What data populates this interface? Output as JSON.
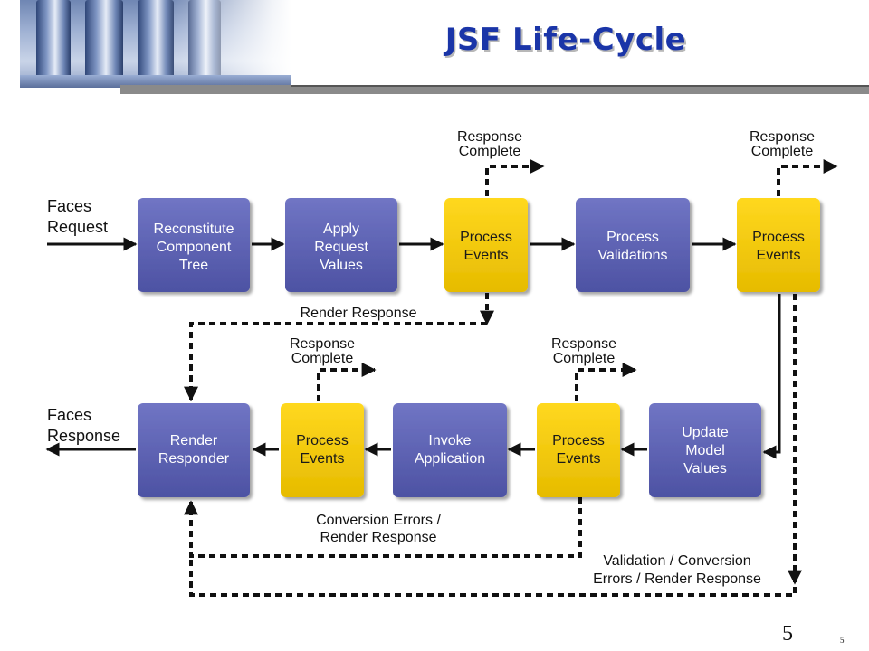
{
  "slide": {
    "title": "JSF Life-Cycle",
    "page_number": "5",
    "page_number_small": "5"
  },
  "colors": {
    "phase_box": "#5a5fb0",
    "event_box": "#f2c800",
    "title": "#1a35a8",
    "line": "#111111"
  },
  "diagram": {
    "input_label": [
      "Faces",
      "Request"
    ],
    "output_label": [
      "Faces",
      "Response"
    ],
    "boxes": {
      "reconstitute": [
        "Reconstitute",
        "Component",
        "Tree"
      ],
      "apply": [
        "Apply",
        "Request",
        "Values"
      ],
      "process_events_1": [
        "Process",
        "Events"
      ],
      "process_validations": [
        "Process",
        "Validations"
      ],
      "process_events_2": [
        "Process",
        "Events"
      ],
      "update_model": [
        "Update",
        "Model",
        "Values"
      ],
      "process_events_3": [
        "Process",
        "Events"
      ],
      "invoke_application": [
        "Invoke",
        "Application"
      ],
      "process_events_4": [
        "Process",
        "Events"
      ],
      "render_responder": [
        "Render",
        "Responder"
      ]
    },
    "labels": {
      "response_complete_1": [
        "Response",
        "Complete"
      ],
      "response_complete_2": [
        "Response",
        "Complete"
      ],
      "response_complete_3": [
        "Response",
        "Complete"
      ],
      "response_complete_4": [
        "Response",
        "Complete"
      ],
      "render_response": "Render Response",
      "conversion_errors": [
        "Conversion Errors /",
        "Render Response"
      ],
      "validation_errors": [
        "Validation / Conversion",
        "Errors / Render Response"
      ]
    }
  }
}
